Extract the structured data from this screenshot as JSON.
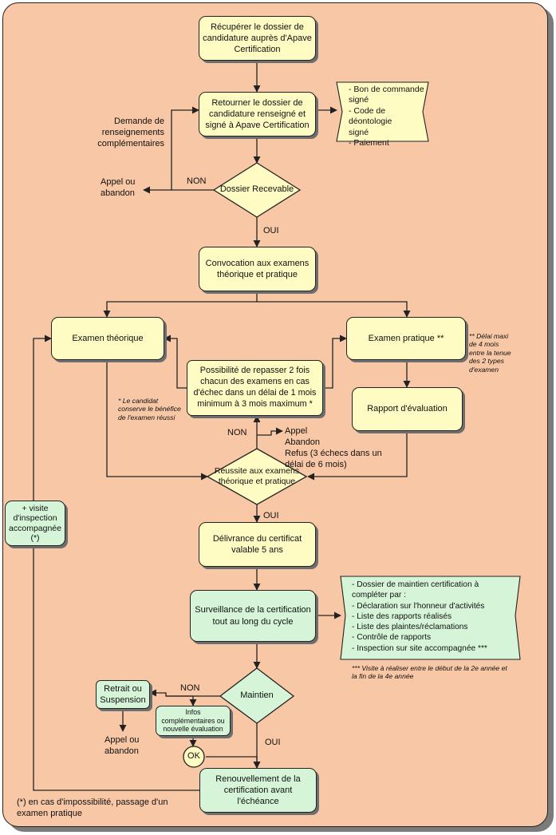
{
  "steps": {
    "recuperer": "Récupérer le dossier de candidature auprès d'Apave Certification",
    "retourner": "Retourner le dossier de candidature renseigné et signé à Apave Certification",
    "dossier_recevable": "Dossier Recevable",
    "convocation": "Convocation aux examens théorique et pratique",
    "examen_theorique": "Examen théorique",
    "examen_pratique": "Examen pratique **",
    "repasser": "Possibilité de repasser 2 fois chacun des examens en cas d'échec dans un délai de 1 mois minimum à 3 mois maximum *",
    "rapport": "Rapport d'évaluation",
    "reussite": "Réussite aux examens théorique et pratique",
    "delivrance": "Délivrance du certificat valable 5 ans",
    "surveillance": "Surveillance de la certification tout au long du cycle",
    "maintien": "Maintien",
    "retrait": "Retrait ou Suspension",
    "infos": "Infos complémentaires ou nouvelle évaluation",
    "ok": "OK",
    "renouvellement": "Renouvellement de la certification avant l'échéance",
    "visite": "+ visite d'inspection accompagnée (*)"
  },
  "labels": {
    "demande": "Demande de renseignements complémentaires",
    "appel_abandon_1": "Appel ou abandon",
    "non_1": "NON",
    "oui_1": "OUI",
    "oui_2": "OUI",
    "oui_3": "OUI",
    "non_2": "NON",
    "appel_abandon_refus": "Appel\nAbandon\nRefus (3 échecs dans un délai de 6 mois)",
    "non_3": "NON",
    "appel_abandon_2": "Appel ou abandon"
  },
  "notes": {
    "documents": "- Bon de commande\n  signé\n- Code de déontologie\n  signé\n- Paiement",
    "delai_pratique": "** Délai maxi de 4 mois entre la tenue des 2 types d'examen",
    "candidat": "* Le candidat conserve le bénéfice de l'examen réussi",
    "dossier_maintien": "- Dossier de maintien certification à\n  compléter par :\n    - Déclaration sur l'honneur d'activités\n    - Liste des rapports réalisés\n    - Liste des plaintes/réclamations\n- Contrôle de rapports\n- Inspection sur site accompagnée ***",
    "visite_note": "*** Visite à réaliser entre le début de la  2e année et la fin de la 4e année",
    "footnote": "(*) en cas d'impossibilité, passage d'un examen pratique"
  },
  "colors": {
    "background": "#f8c7a6",
    "yellow_box": "#fffcc3",
    "green_box": "#d6f5d8",
    "stroke": "#222222"
  }
}
